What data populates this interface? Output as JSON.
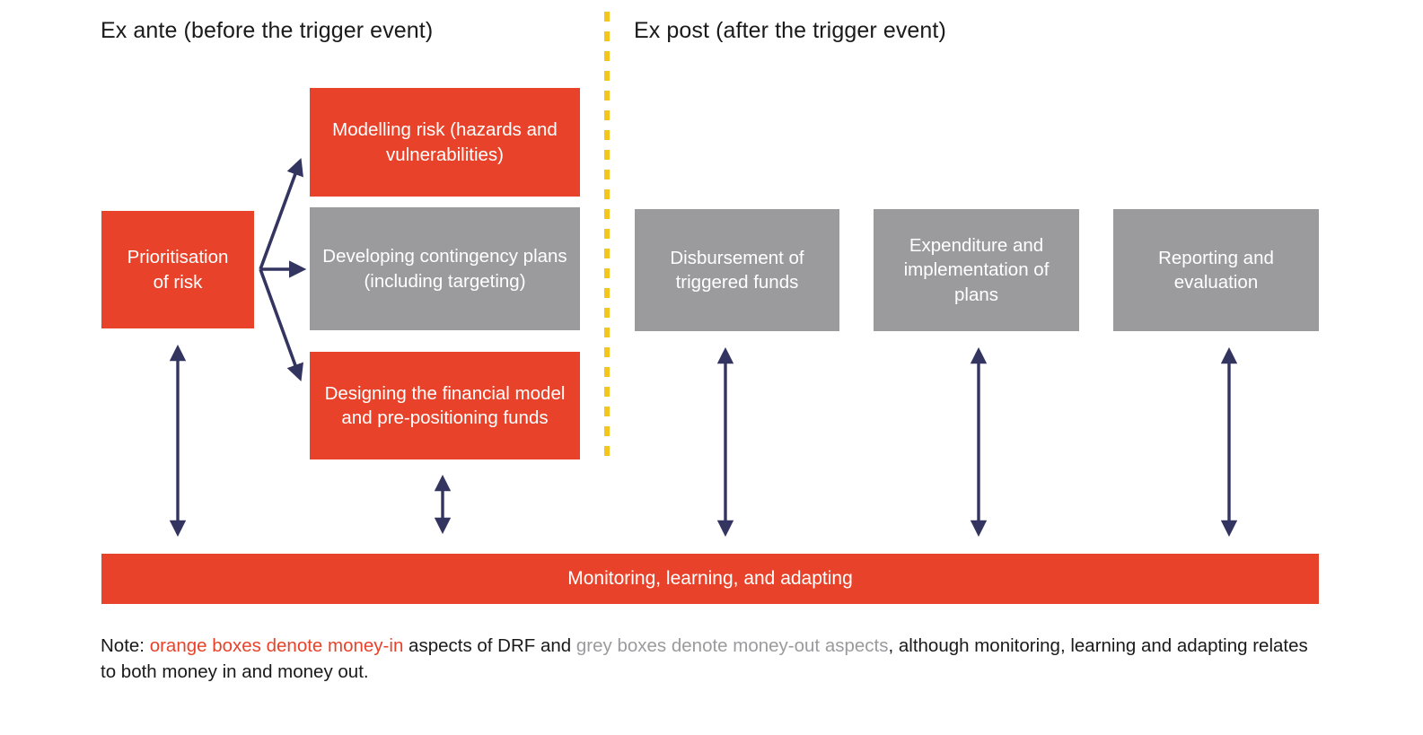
{
  "colors": {
    "orange": "#e8432a",
    "grey": "#9b9b9e",
    "navy": "#343461",
    "divider_yellow": "#f2c61e",
    "text_dark": "#1a1a1a",
    "background": "#ffffff"
  },
  "phases": [
    {
      "id": "ex-ante",
      "title": "Ex ante (before the trigger event)"
    },
    {
      "id": "ex-post",
      "title": "Ex post (after the trigger event)"
    }
  ],
  "divider": {
    "name": "trigger-event-divider",
    "style": "dashed-vertical"
  },
  "nodes": [
    {
      "id": "prioritisation-of-risk",
      "label": "Prioritisation\nof risk",
      "type": "money-in",
      "color": "orange"
    },
    {
      "id": "modelling-risk",
      "label": "Modelling risk (hazards and vulnerabilities)",
      "type": "money-in",
      "color": "orange"
    },
    {
      "id": "developing-contingency-plans",
      "label": "Developing contingency plans (including targeting)",
      "type": "money-out",
      "color": "grey"
    },
    {
      "id": "designing-financial-model",
      "label": "Designing the financial model and pre-positioning funds",
      "type": "money-in",
      "color": "orange"
    },
    {
      "id": "disbursement-of-triggered-funds",
      "label": "Disbursement of triggered funds",
      "type": "money-out",
      "color": "grey"
    },
    {
      "id": "expenditure-and-implementation",
      "label": "Expenditure and implementation of plans",
      "type": "money-out",
      "color": "grey"
    },
    {
      "id": "reporting-and-evaluation",
      "label": "Reporting and evaluation",
      "type": "money-out",
      "color": "grey"
    }
  ],
  "banner": {
    "id": "monitoring-learning-adapting",
    "label": "Monitoring, learning, and adapting",
    "type": "money-in",
    "color": "orange"
  },
  "connectors": [
    {
      "id": "prioritisation-to-modelling",
      "style": "single-arrow",
      "from": "prioritisation-of-risk",
      "to": "modelling-risk"
    },
    {
      "id": "prioritisation-to-contingency",
      "style": "single-arrow",
      "from": "prioritisation-of-risk",
      "to": "developing-contingency-plans"
    },
    {
      "id": "prioritisation-to-financial-model",
      "style": "single-arrow",
      "from": "prioritisation-of-risk",
      "to": "designing-financial-model"
    },
    {
      "id": "prioritisation-to-banner",
      "style": "double-arrow",
      "from": "prioritisation-of-risk",
      "to": "monitoring-learning-adapting"
    },
    {
      "id": "financial-model-to-banner",
      "style": "double-arrow",
      "from": "designing-financial-model",
      "to": "monitoring-learning-adapting"
    },
    {
      "id": "disbursement-to-banner",
      "style": "double-arrow",
      "from": "disbursement-of-triggered-funds",
      "to": "monitoring-learning-adapting"
    },
    {
      "id": "expenditure-to-banner",
      "style": "double-arrow",
      "from": "expenditure-and-implementation",
      "to": "monitoring-learning-adapting"
    },
    {
      "id": "reporting-to-banner",
      "style": "double-arrow",
      "from": "reporting-and-evaluation",
      "to": "monitoring-learning-adapting"
    }
  ],
  "note": {
    "prefix": "Note: ",
    "orange_phrase": "orange boxes denote money-in",
    "middle": " aspects of DRF and ",
    "grey_phrase": "grey boxes denote money-out aspects",
    "suffix": ", although monitoring, learning and adapting relates to both money in and money out."
  }
}
